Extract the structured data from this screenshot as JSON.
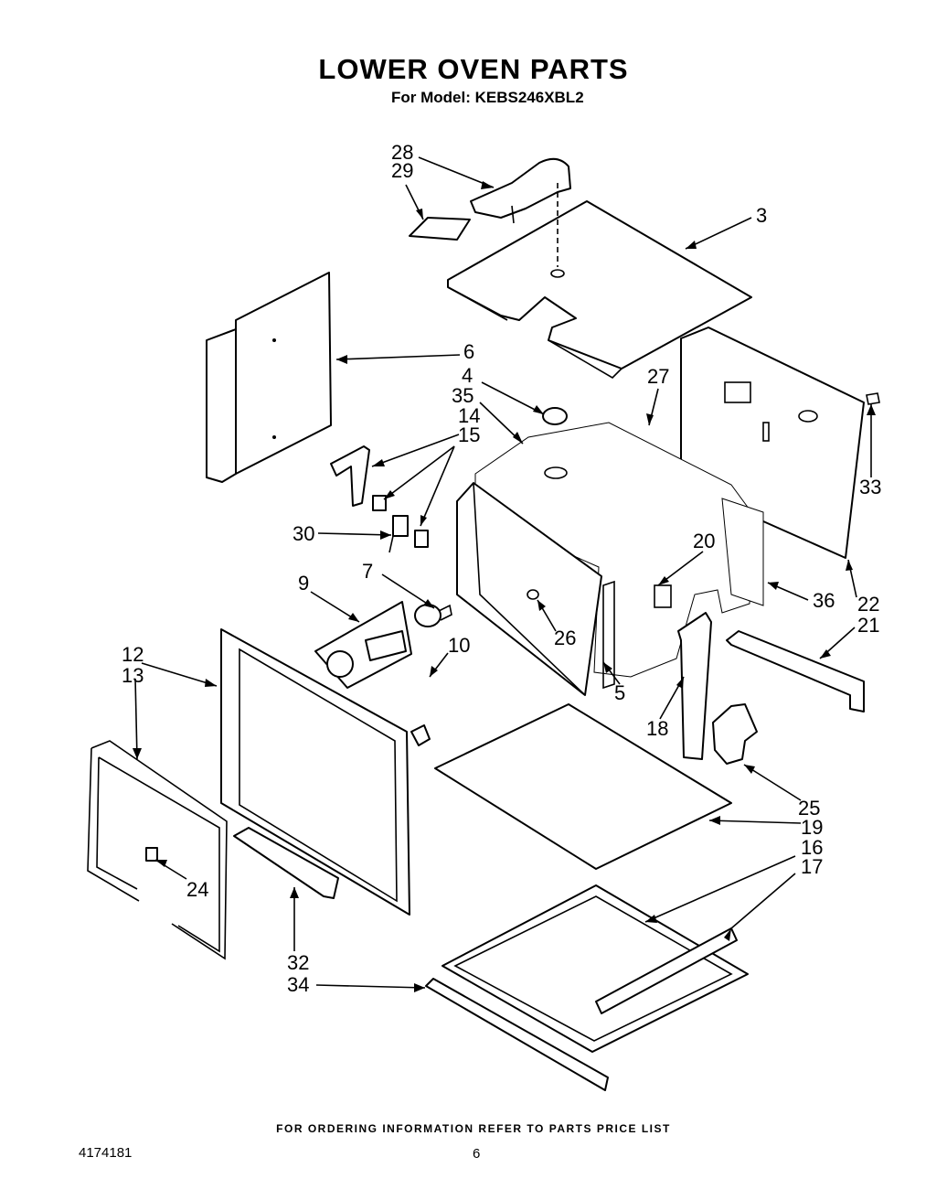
{
  "title": "LOWER OVEN PARTS",
  "subtitle": "For Model: KEBS246XBL2",
  "footer": "FOR ORDERING INFORMATION REFER TO PARTS PRICE LIST",
  "doc_number": "4174181",
  "page_number": "6",
  "callouts": {
    "c28": "28",
    "c29": "29",
    "c3": "3",
    "c6": "6",
    "c4": "4",
    "c35": "35",
    "c27": "27",
    "c14": "14",
    "c15": "15",
    "c33": "33",
    "c30": "30",
    "c20": "20",
    "c7": "7",
    "c9": "9",
    "c36": "36",
    "c22": "22",
    "c21": "21",
    "c26": "26",
    "c10": "10",
    "c12": "12",
    "c13": "13",
    "c5": "5",
    "c18": "18",
    "c25": "25",
    "c19": "19",
    "c16": "16",
    "c17": "17",
    "c24": "24",
    "c32": "32",
    "c34": "34"
  }
}
